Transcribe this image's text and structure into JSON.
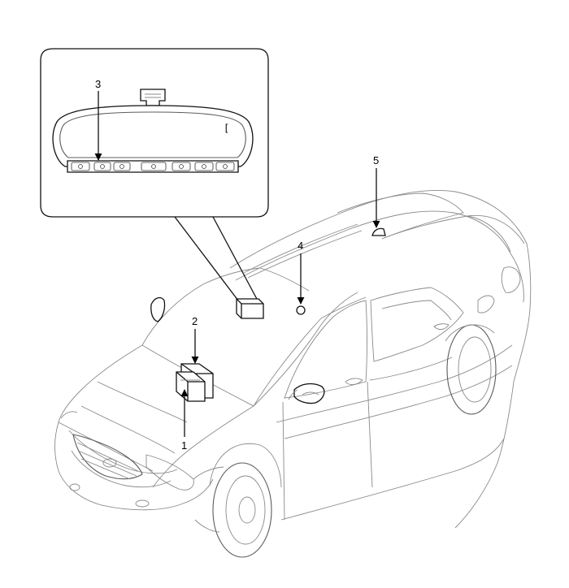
{
  "callouts": [
    {
      "id": "1",
      "label": "1"
    },
    {
      "id": "2",
      "label": "2"
    },
    {
      "id": "3",
      "label": "3"
    },
    {
      "id": "4",
      "label": "4"
    },
    {
      "id": "5",
      "label": "5"
    }
  ],
  "mirror": {
    "display_glyph": "[",
    "buttons": [
      "mirror-button-1",
      "mirror-button-2",
      "mirror-button-3",
      "mirror-button-power",
      "mirror-button-5",
      "mirror-button-6",
      "mirror-button-7"
    ]
  }
}
